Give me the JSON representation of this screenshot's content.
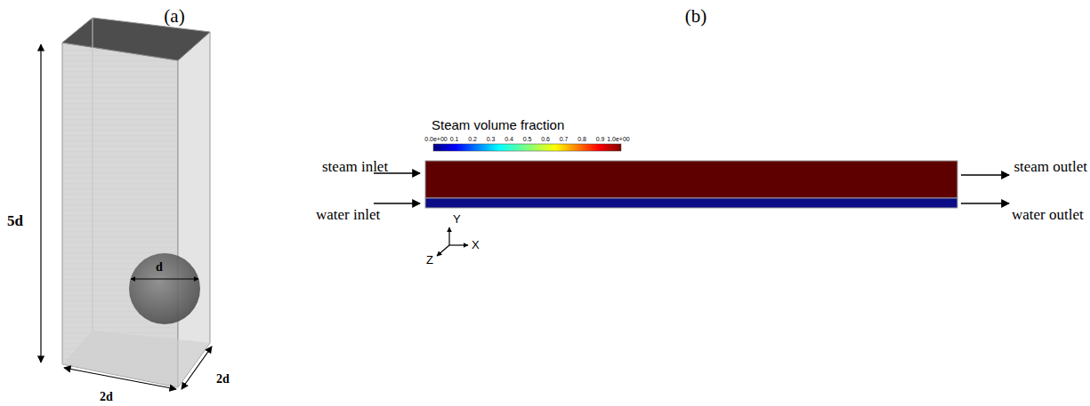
{
  "diagram": {
    "labels": [
      "(a)",
      "(b)",
      "5d",
      "2d",
      "2d",
      "d",
      "Steam volume fraction",
      "0.0e+00",
      "0.1",
      "0.2",
      "0.3",
      "0.4",
      "0.5",
      "0.6",
      "0.7",
      "0.8",
      "0.9",
      "1.0e+00",
      "steam inlet",
      "water inlet",
      "steam outlet",
      "water outlet",
      "Y",
      "Z",
      "X"
    ]
  }
}
